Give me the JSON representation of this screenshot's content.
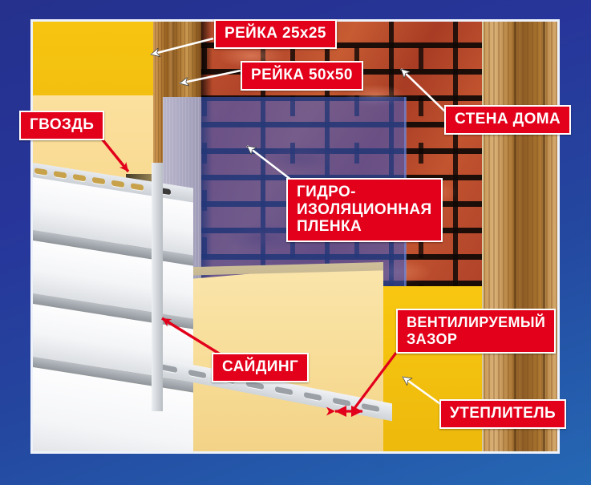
{
  "diagram": {
    "title_visible": false,
    "background_color": "#27359a",
    "frame_color": "#eef2fb",
    "label_color": "#e2001a",
    "label_text_color": "#ffffff",
    "callouts": [
      {
        "id": "reika-25",
        "text": "РЕЙКА 25х25",
        "arrow": "white",
        "points_to": "thin-wooden-batten"
      },
      {
        "id": "reika-50",
        "text": "РЕЙКА 50х50",
        "arrow": "white",
        "points_to": "thick-wooden-batten"
      },
      {
        "id": "stena-doma",
        "text": "СТЕНА ДОМА",
        "arrow": "white",
        "points_to": "brick-wall"
      },
      {
        "id": "gvozd",
        "text": "ГВОЗДЬ",
        "arrow": "red",
        "points_to": "nail-slot"
      },
      {
        "id": "gidroizolyacionnaya-plenka",
        "text": "ГИДРО-\nИЗОЛЯЦИОННАЯ\nПЛЕНКА",
        "arrow": "white",
        "points_to": "waterproof-film"
      },
      {
        "id": "sajding",
        "text": "САЙДИНГ",
        "arrow": "red",
        "points_to": "siding-panel"
      },
      {
        "id": "ventiliruemyj-zazor",
        "text": "ВЕНТИЛИРУЕМЫЙ\nЗАЗОР",
        "arrow": "red-double",
        "points_to": "ventilation-gap"
      },
      {
        "id": "uteplitel",
        "text": "УТЕПЛИТЕЛЬ",
        "arrow": "white",
        "points_to": "insulation-slab"
      }
    ],
    "layers": [
      {
        "name": "brick-wall",
        "color": "#b2452a"
      },
      {
        "name": "wooden-batten",
        "color": "#b9813a"
      },
      {
        "name": "waterproof-film",
        "color": "#3c5fcd"
      },
      {
        "name": "insulation",
        "color": "#f6c411"
      },
      {
        "name": "siding",
        "color": "#ffffff"
      }
    ]
  }
}
